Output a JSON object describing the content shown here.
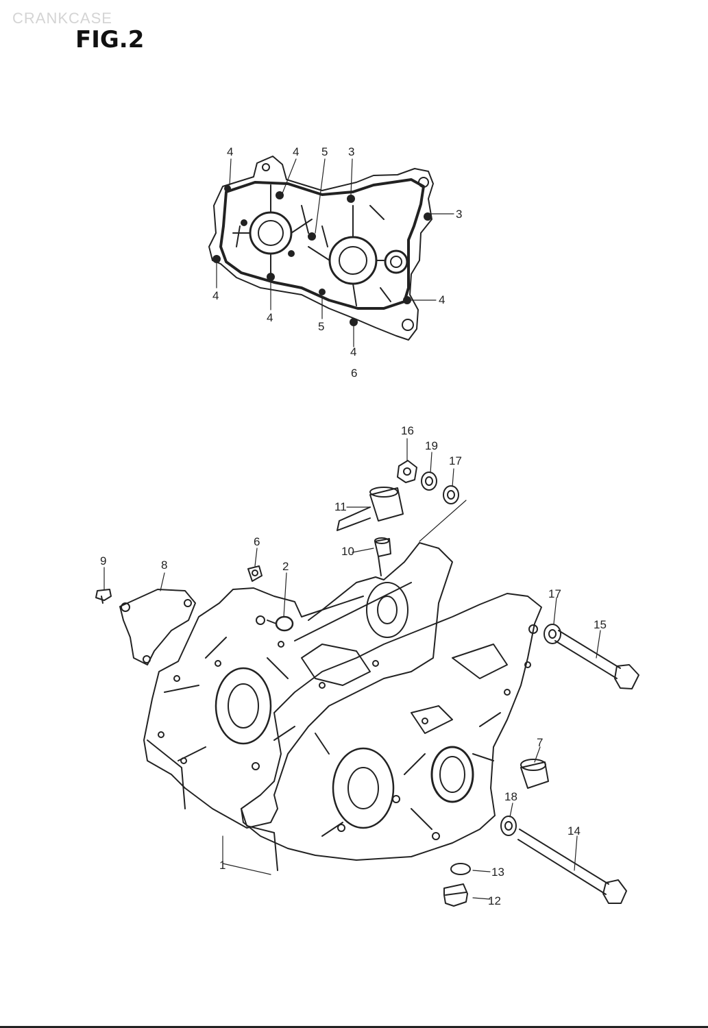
{
  "header": {
    "section_name": "CRANKCASE",
    "figure_title": "FIG.2"
  },
  "gasket_view": {
    "callouts": [
      "4",
      "4",
      "5",
      "3",
      "3",
      "4",
      "4",
      "4",
      "5",
      "4",
      "6"
    ]
  },
  "exploded_view": {
    "callouts": [
      "16",
      "19",
      "17",
      "11",
      "10",
      "6",
      "2",
      "9",
      "8",
      "17",
      "15",
      "7",
      "18",
      "14",
      "13",
      "12",
      "1"
    ]
  },
  "colors": {
    "ink": "#222222",
    "faint": "#d4d4d4",
    "paper": "#ffffff"
  }
}
